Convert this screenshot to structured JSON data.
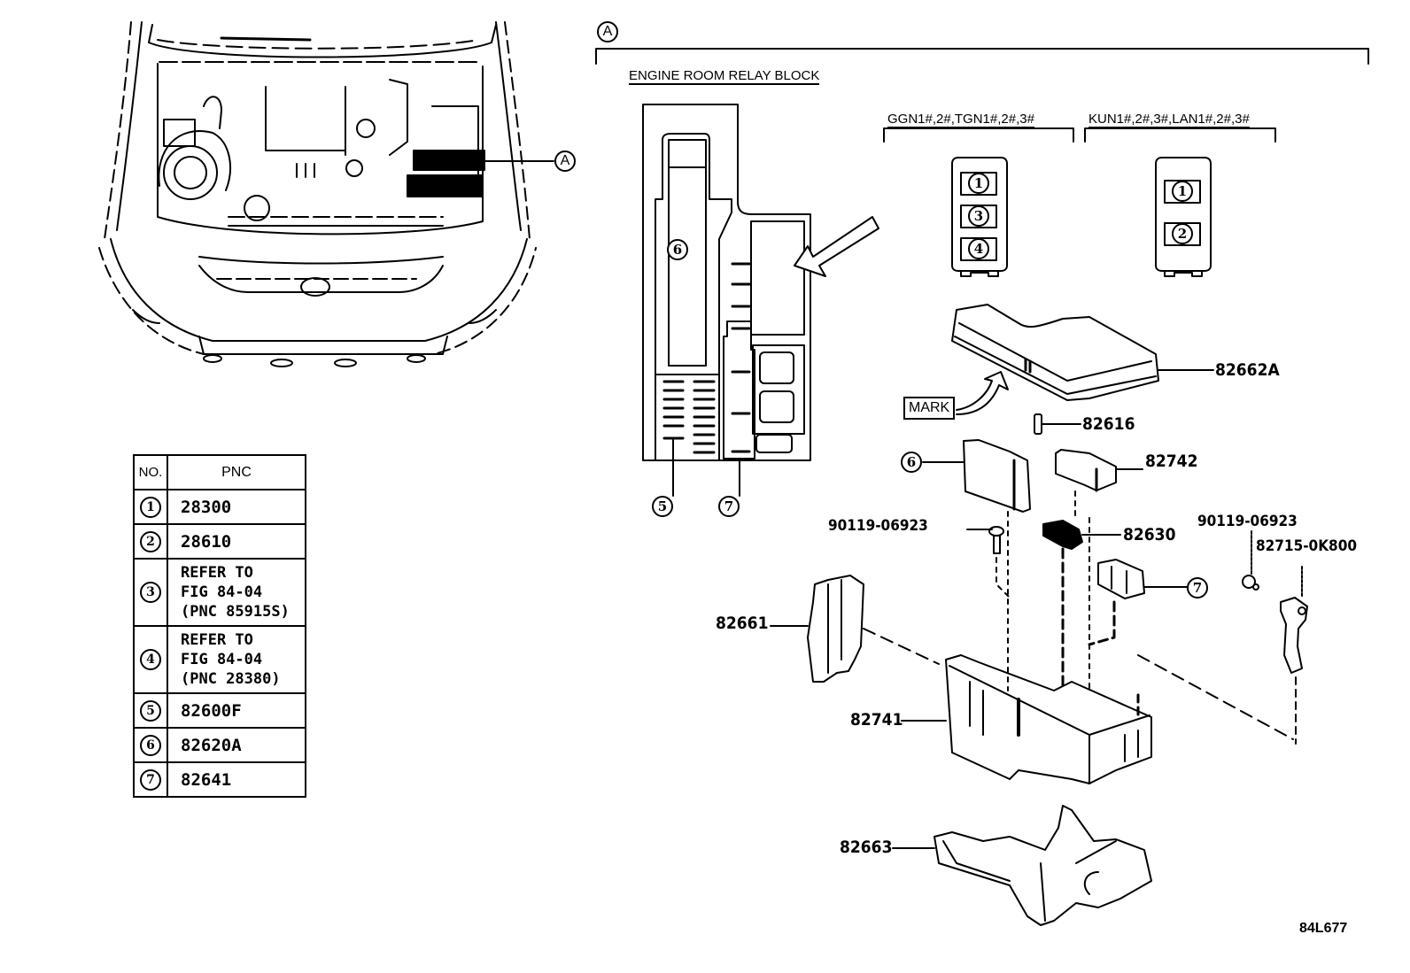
{
  "figure": {
    "callout_main": "A",
    "section_title": "ENGINE ROOM RELAY BLOCK",
    "figure_code": "84L677"
  },
  "variants": [
    {
      "label": "GGN1#,2#,TGN1#,2#,3#",
      "slots": [
        "1",
        "3",
        "4"
      ]
    },
    {
      "label": "KUN1#,2#,3#,LAN1#,2#,3#",
      "slots": [
        "1",
        "2"
      ]
    }
  ],
  "relay_block_callouts": [
    "6",
    "5",
    "7"
  ],
  "mark_label": "MARK",
  "parts": {
    "cover": "82662A",
    "clip": "82616",
    "block_small": "82742",
    "connector": "82630",
    "bolt_left": "90119-06923",
    "bolt_right": "90119-06923",
    "bracket": "82715-0K800",
    "side_cover": "82661",
    "housing": "82741",
    "lower_case": "82663",
    "callout_6": "6",
    "callout_7": "7"
  },
  "table": {
    "headers": {
      "no": "NO.",
      "pnc": "PNC"
    },
    "rows": [
      {
        "no": "1",
        "lines": [
          "28300"
        ]
      },
      {
        "no": "2",
        "lines": [
          "28610"
        ]
      },
      {
        "no": "3",
        "lines": [
          "REFER TO",
          "FIG 84-04",
          "(PNC 85915S)"
        ]
      },
      {
        "no": "4",
        "lines": [
          "REFER TO",
          "FIG 84-04",
          "(PNC 28380)"
        ]
      },
      {
        "no": "5",
        "lines": [
          "82600F"
        ]
      },
      {
        "no": "6",
        "lines": [
          "82620A"
        ]
      },
      {
        "no": "7",
        "lines": [
          "82641"
        ]
      }
    ]
  }
}
